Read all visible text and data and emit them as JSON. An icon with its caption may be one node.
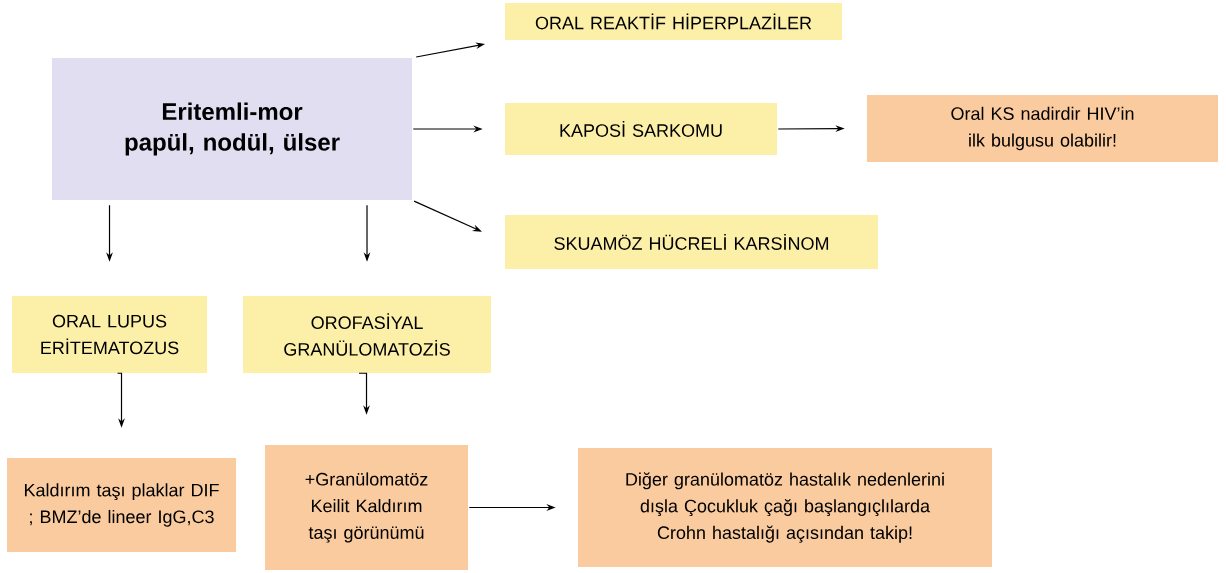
{
  "diagram": {
    "nodes": [
      {
        "text": [
          "Eritemli-mor papül, nodül, ülser"
        ]
      },
      {
        "text": [
          "ORAL REAKTİF HİPERPLAZİLER"
        ]
      },
      {
        "text": [
          "KAPOSİ SARKOMU"
        ]
      },
      {
        "text": [
          "Oral KS nadirdir HIV’in ilk bulgusu olabilir!"
        ]
      },
      {
        "text": [
          "SKUAMÖZ HÜCRELİ KARSİNOM"
        ]
      },
      {
        "text": [
          "ORAL LUPUS ERİTEMATOZUS"
        ]
      },
      {
        "text": [
          "OROFASİYAL GRANÜLOMATOZİS"
        ]
      },
      {
        "text": [
          "Kaldırım taşı plaklar DIF ; BMZ’de lineer IgG,C3"
        ]
      },
      {
        "text": [
          "+Granülomatöz Keilit Kaldırım taşı görünümü"
        ]
      },
      {
        "text": [
          "Diğer granülomatöz hastalık nedenlerini dışla Çocukluk çağı başlangıçlılarda Crohn hastalığı açısından takip!"
        ]
      }
    ],
    "edges": [
      {
        "from": 0,
        "to": 1,
        "arrow": "to"
      },
      {
        "from": 0,
        "to": 2,
        "arrow": "to"
      },
      {
        "from": 2,
        "to": 3,
        "arrow": "to"
      },
      {
        "from": 0,
        "to": 4,
        "arrow": "to"
      },
      {
        "from": 0,
        "to": 5,
        "arrow": "to"
      },
      {
        "from": 0,
        "to": 6,
        "arrow": "to"
      },
      {
        "from": 5,
        "to": 7,
        "arrow": "to"
      },
      {
        "from": 6,
        "to": 8,
        "arrow": "to"
      },
      {
        "from": 8,
        "to": 9,
        "arrow": "to"
      }
    ]
  }
}
